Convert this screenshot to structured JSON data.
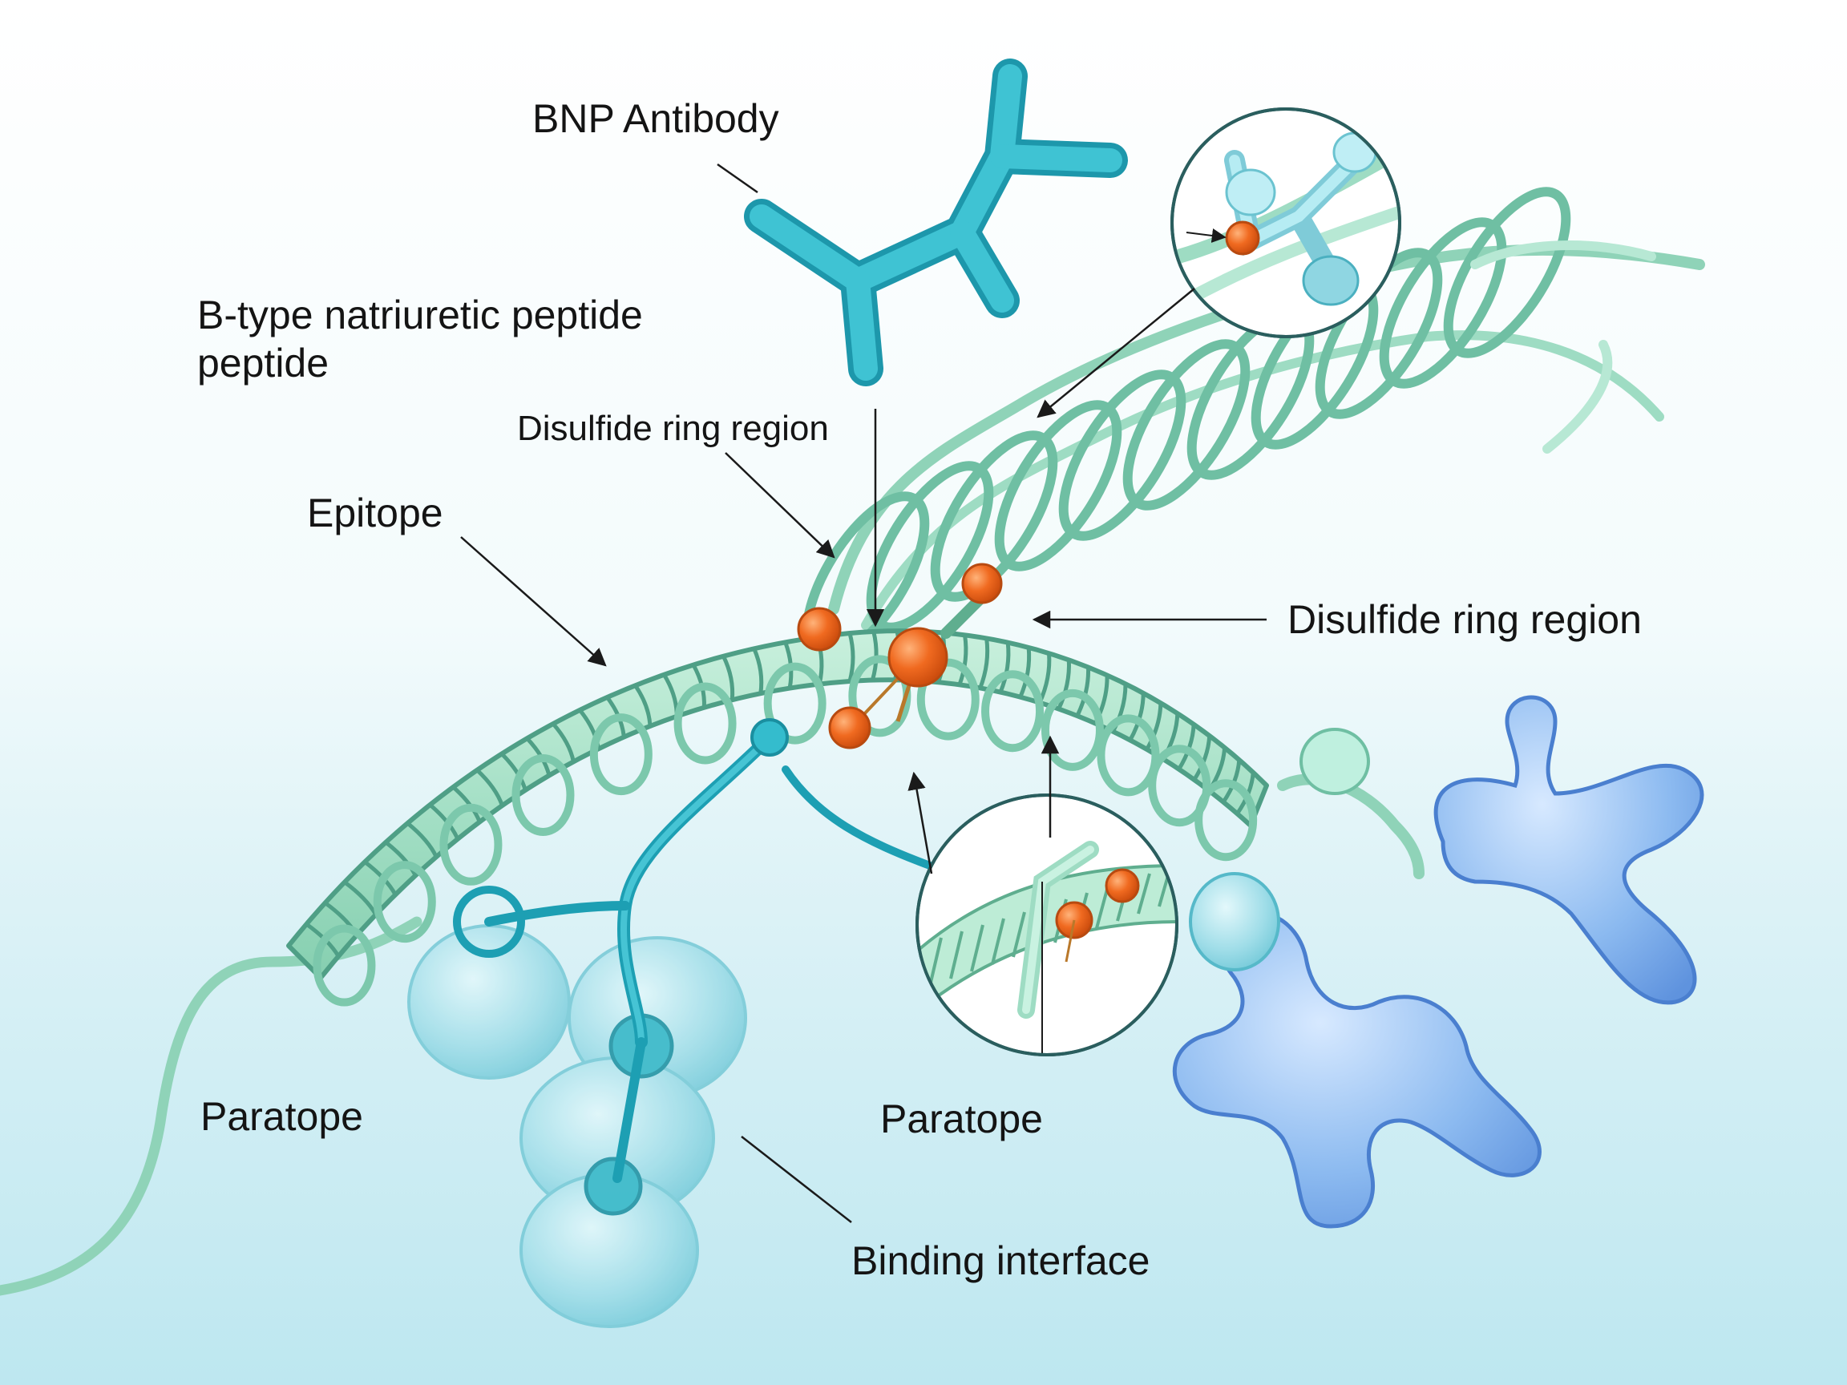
{
  "labels": {
    "bnp_antibody": "BNP Antibody",
    "peptide_title_line1": "B-type natriuretic peptide",
    "peptide_title_line2": "peptide",
    "disulfide_ring_top": "Disulfide ring region",
    "epitope": "Epitope",
    "disulfide_ring_right": "Disulfide ring region",
    "paratope_left": "Paratope",
    "paratope_center": "Paratope",
    "binding_interface": "Binding interface"
  },
  "colors": {
    "background_top": "#ffffff",
    "background_bottom": "#bfe8f0",
    "helix_green": "#9fdcbf",
    "helix_outline": "#4f9f86",
    "antibody_teal": "#33b8c8",
    "antibody_blue": "#7fb3ee",
    "disulfide_orange": "#f06a20",
    "label_text": "#141414"
  },
  "icons": {
    "antibody": "y-shaped-antibody-icon",
    "disulfide_bond": "orange-sphere-icon",
    "zoom_inset": "magnifier-circle-icon"
  }
}
